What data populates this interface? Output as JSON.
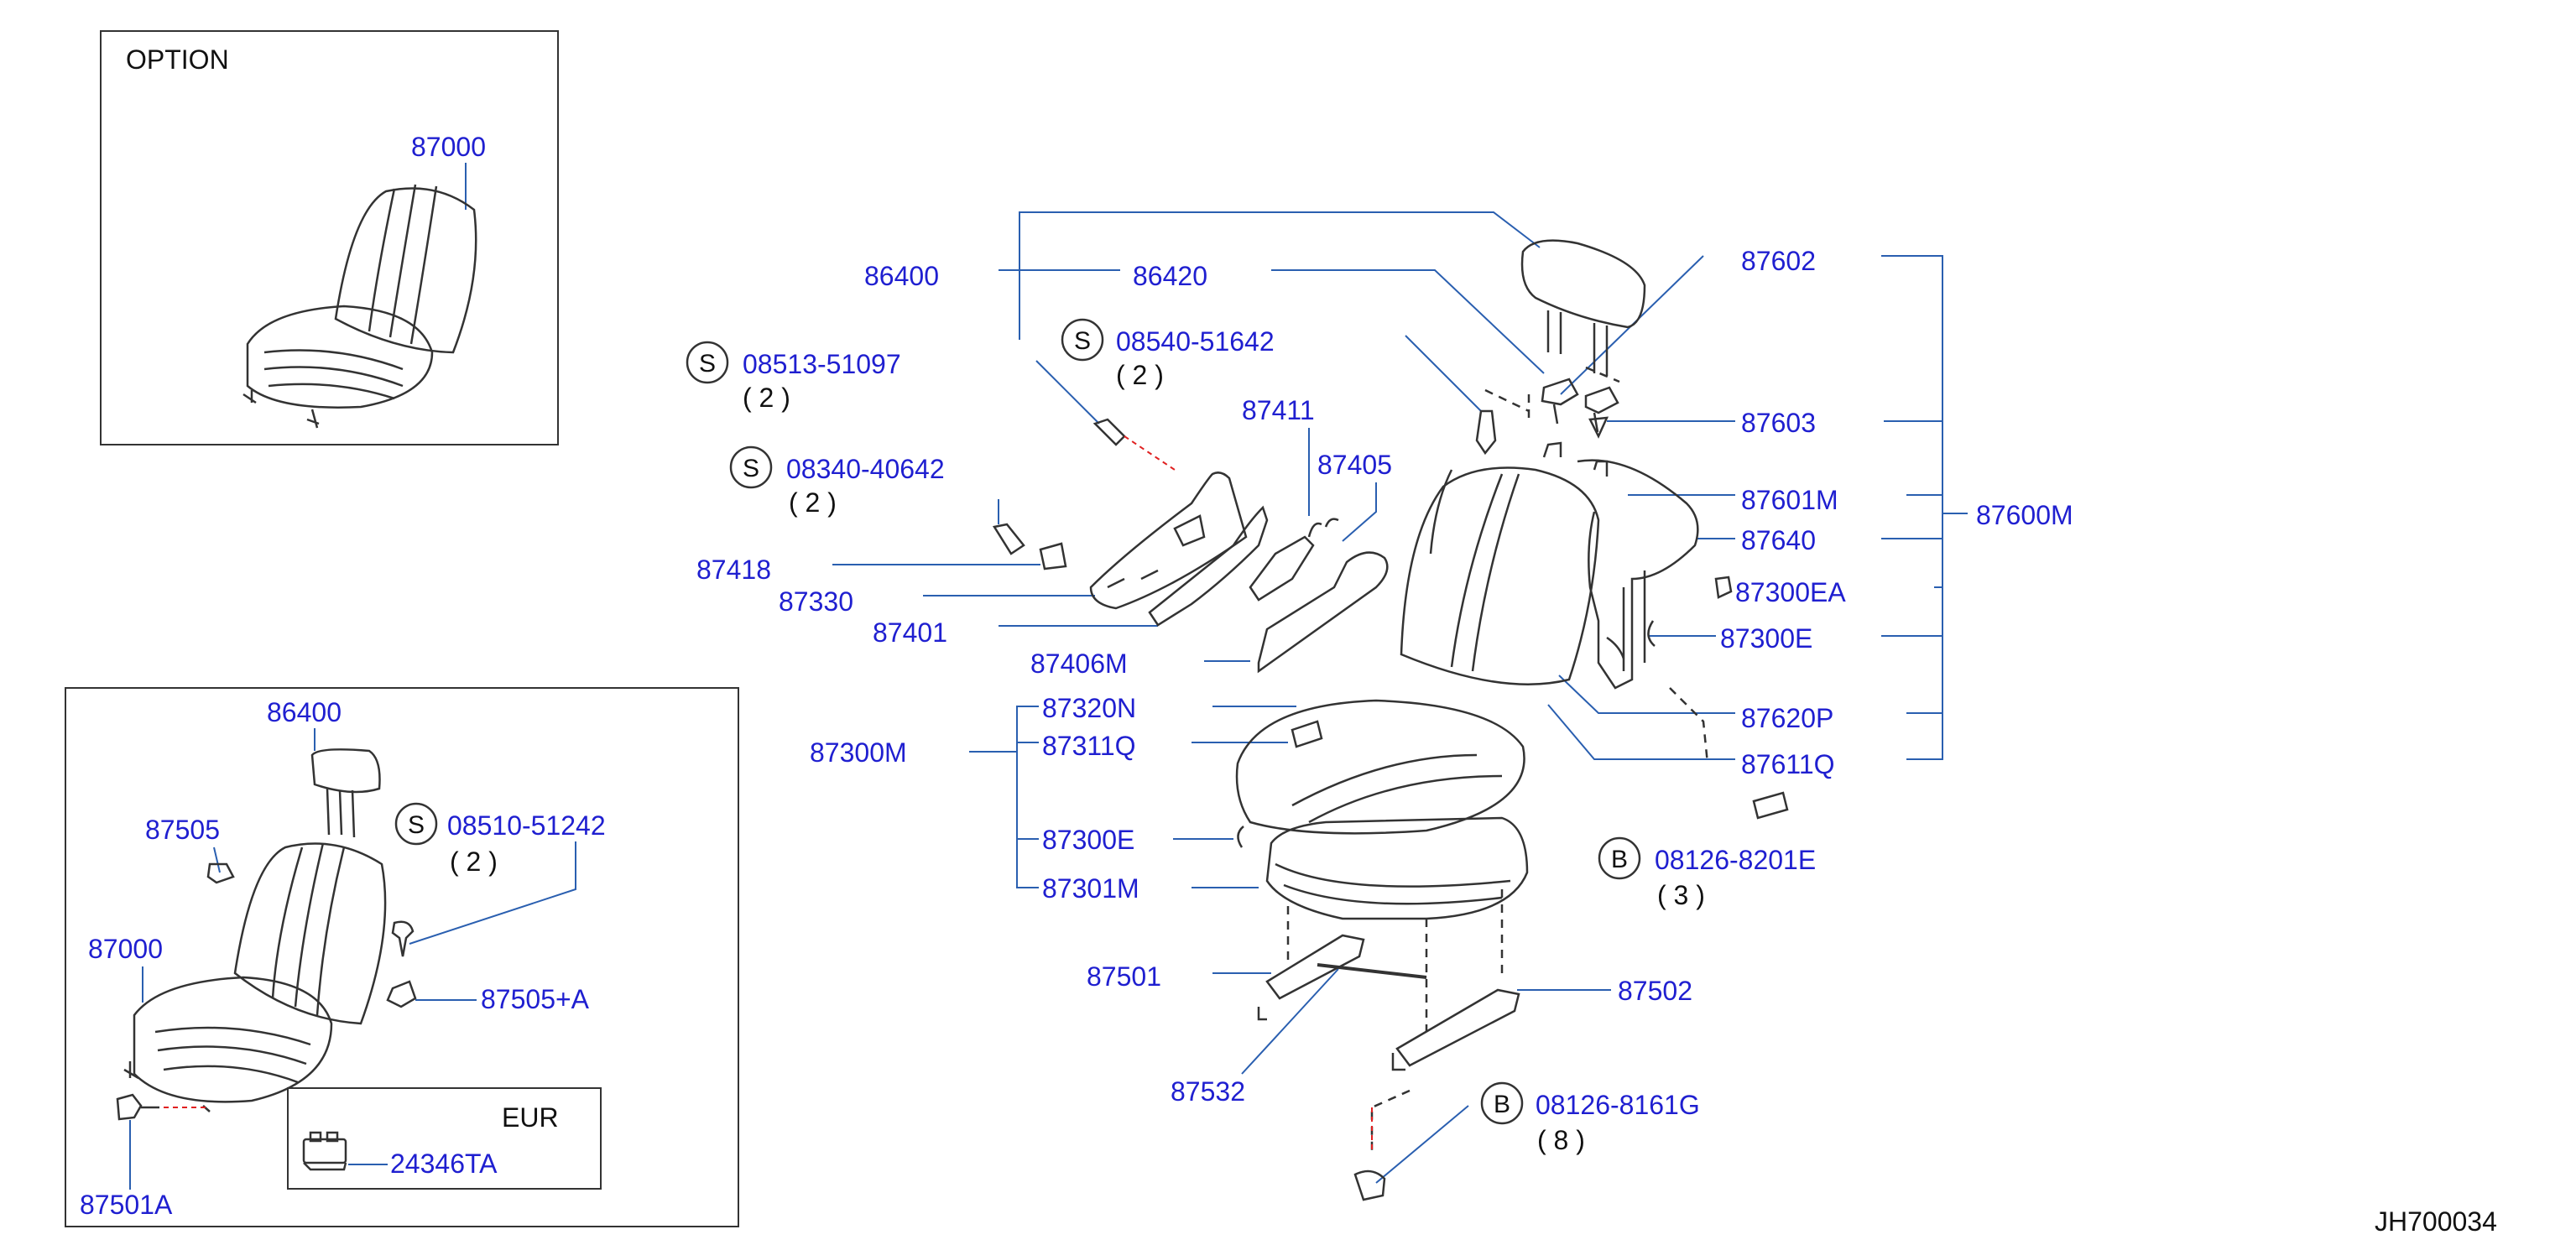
{
  "colors": {
    "part_text": "#1f1fd0",
    "leader": "#2a5fb0",
    "line_art": "#333333",
    "plain_text": "#111111",
    "red_dash": "#e02020"
  },
  "option_box": {
    "title": "OPTION",
    "part_87000": "87000"
  },
  "eur_group": {
    "p86400": "86400",
    "p87505": "87505",
    "s_symbol": "S",
    "bolt": "08510-51242",
    "bolt_qty": "( 2 )",
    "p87000": "87000",
    "p87505a": "87505+A",
    "p87501a": "87501A",
    "eur_title": "EUR",
    "p24346ta": "24346TA"
  },
  "main": {
    "p86400": "86400",
    "p86420": "86420",
    "s1_symbol": "S",
    "s1_part": "08540-51642",
    "s1_qty": "( 2 )",
    "s2_symbol": "S",
    "s2_part": "08513-51097",
    "s2_qty": "( 2 )",
    "s3_symbol": "S",
    "s3_part": "08340-40642",
    "s3_qty": "( 2 )",
    "p87411": "87411",
    "p87405": "87405",
    "p87418": "87418",
    "p87330": "87330",
    "p87401": "87401",
    "p87406m": "87406M",
    "p87320n": "87320N",
    "p87311q": "87311Q",
    "p87300m": "87300M",
    "p87300e_left": "87300E",
    "p87301m": "87301M",
    "p87501": "87501",
    "p87532": "87532",
    "p87502": "87502",
    "b1_symbol": "B",
    "b1_part": "08126-8161G",
    "b1_qty": "( 8 )",
    "b2_symbol": "B",
    "b2_part": "08126-8201E",
    "b2_qty": "( 3 )",
    "p87602": "87602",
    "p87603": "87603",
    "p87601m": "87601M",
    "p87640": "87640",
    "p87300ea": "87300EA",
    "p87300e_right": "87300E",
    "p87620p": "87620P",
    "p87611q": "87611Q",
    "p87600m": "87600M"
  },
  "diagram_id": "JH700034"
}
